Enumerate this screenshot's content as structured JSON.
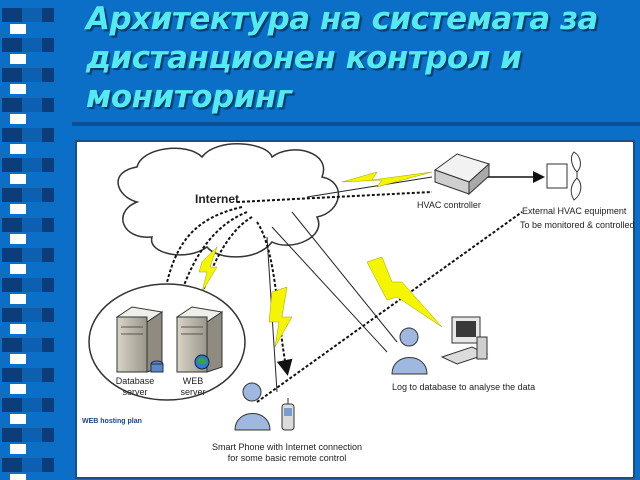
{
  "title": {
    "line1": "Архитектура на системата за",
    "line2": "дистанционен контрол и",
    "line3": "мониторинг"
  },
  "diagram": {
    "internet_label": "Internet",
    "hvac_controller_label": "HVAC controller",
    "equipment_label_line1": "External HVAC equipment",
    "equipment_label_line2": "To be monitored & controlled",
    "database_server_line1": "Database",
    "database_server_line2": "server",
    "web_server_line1": "WEB",
    "web_server_line2": "server",
    "hosting_label": "WEB hosting plan",
    "log_label": "Log to database to analyse the data",
    "phone_label_line1": "Smart Phone with Internet connection",
    "phone_label_line2": "for some basic remote control"
  },
  "colors": {
    "background": "#0b6fc7",
    "title": "#55eaf0",
    "lightning": "#f5f500"
  }
}
